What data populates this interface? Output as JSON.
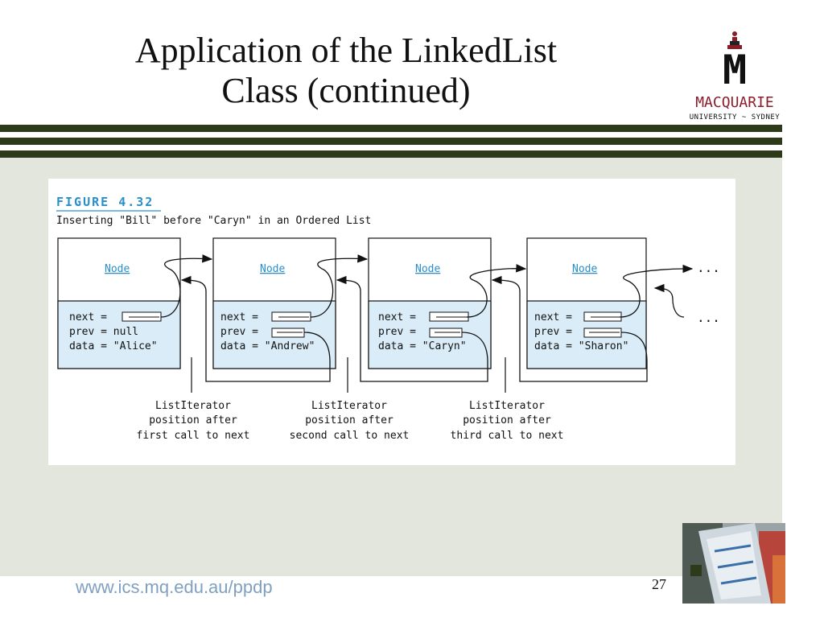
{
  "slide": {
    "title_line1": "Application of the LinkedList",
    "title_line2": "Class (continued)",
    "footer_url": "www.ics.mq.edu.au/ppdp",
    "page_number": "27"
  },
  "logo": {
    "letter": "M",
    "name": "MACQUARIE",
    "subtitle": "UNIVERSITY ~ SYDNEY"
  },
  "figure": {
    "label": "FIGURE 4.32",
    "caption_prefix": "Inserting ",
    "caption_bill": "\"Bill\"",
    "caption_mid": " before ",
    "caption_caryn": "\"Caryn\"",
    "caption_suffix": " in an Ordered List",
    "nodes": [
      {
        "header": "Node",
        "next": "next =",
        "prev": "prev = null",
        "data": "data = \"Alice\""
      },
      {
        "header": "Node",
        "next": "next =",
        "prev": "prev =",
        "data": "data = \"Andrew\""
      },
      {
        "header": "Node",
        "next": "next =",
        "prev": "prev =",
        "data": "data = \"Caryn\""
      },
      {
        "header": "Node",
        "next": "next =",
        "prev": "prev =",
        "data": "data = \"Sharon\""
      }
    ],
    "ellipsis_top": "...",
    "ellipsis_bottom": "...",
    "iterators": [
      {
        "line1": "ListIterator",
        "line2": "position after",
        "line3": "first call to next"
      },
      {
        "line1": "ListIterator",
        "line2": "position after",
        "line3": "second call to next"
      },
      {
        "line1": "ListIterator",
        "line2": "position after",
        "line3": "third call to next"
      }
    ]
  },
  "colors": {
    "stripe": "#2d3b1b",
    "content_background": "#e2e6dd",
    "figure_blue": "#2a8fc8",
    "node_fill": "#d9ecf7",
    "logo_red": "#8b1d2b",
    "url_color": "#7fa0c0"
  }
}
